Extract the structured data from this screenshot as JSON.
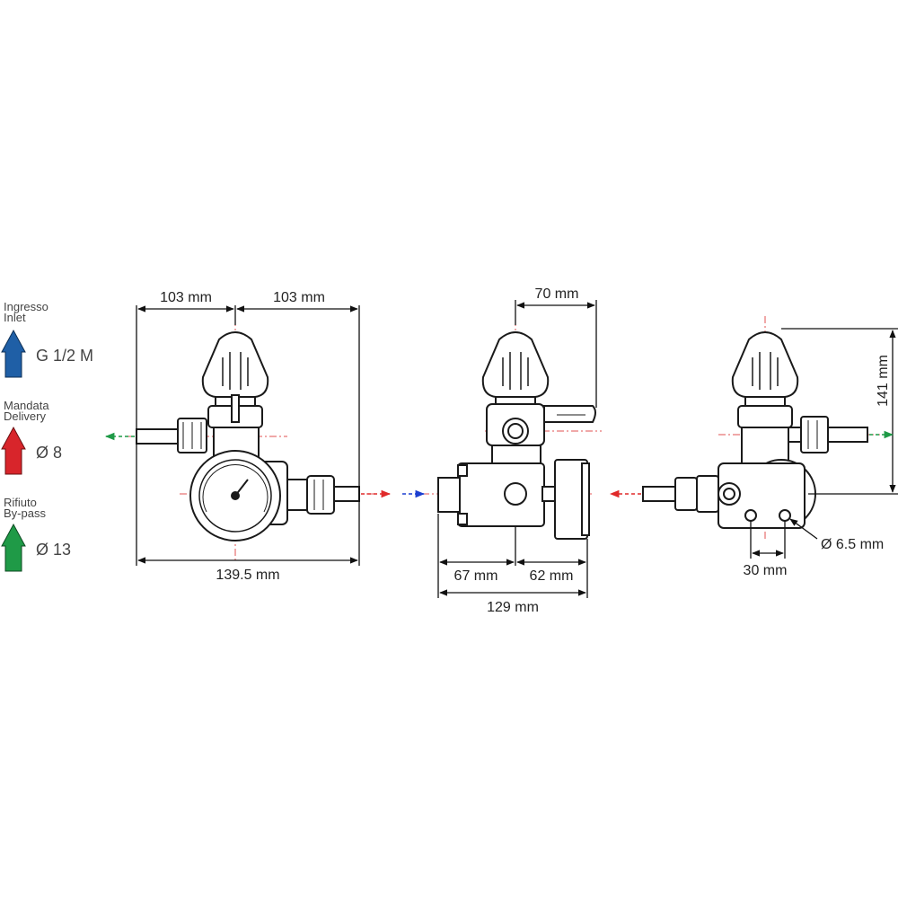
{
  "legend": {
    "inlet": {
      "label_it": "Ingresso",
      "label_en": "Inlet",
      "value": "G 1/2 M",
      "color": "#1f5fa6"
    },
    "delivery": {
      "label_it": "Mandata",
      "label_en": "Delivery",
      "value": "Ø 8",
      "color": "#d8252b"
    },
    "bypass": {
      "label_it": "Rifiuto",
      "label_en": "By-pass",
      "value": "Ø 13",
      "color": "#1f9a47"
    }
  },
  "front_view": {
    "dim_left": "103 mm",
    "dim_right": "103 mm",
    "dim_total": "139.5 mm"
  },
  "side_view": {
    "dim_handle": "70 mm",
    "dim_left": "67 mm",
    "dim_right": "62 mm",
    "dim_total": "129 mm"
  },
  "rear_view": {
    "dim_height": "141 mm",
    "dim_holes": "30 mm",
    "dim_hole_diameter": "Ø 6.5 mm"
  },
  "colors": {
    "outline": "#1a1a1a",
    "centerline": "#e05050",
    "dimension": "#111111"
  }
}
